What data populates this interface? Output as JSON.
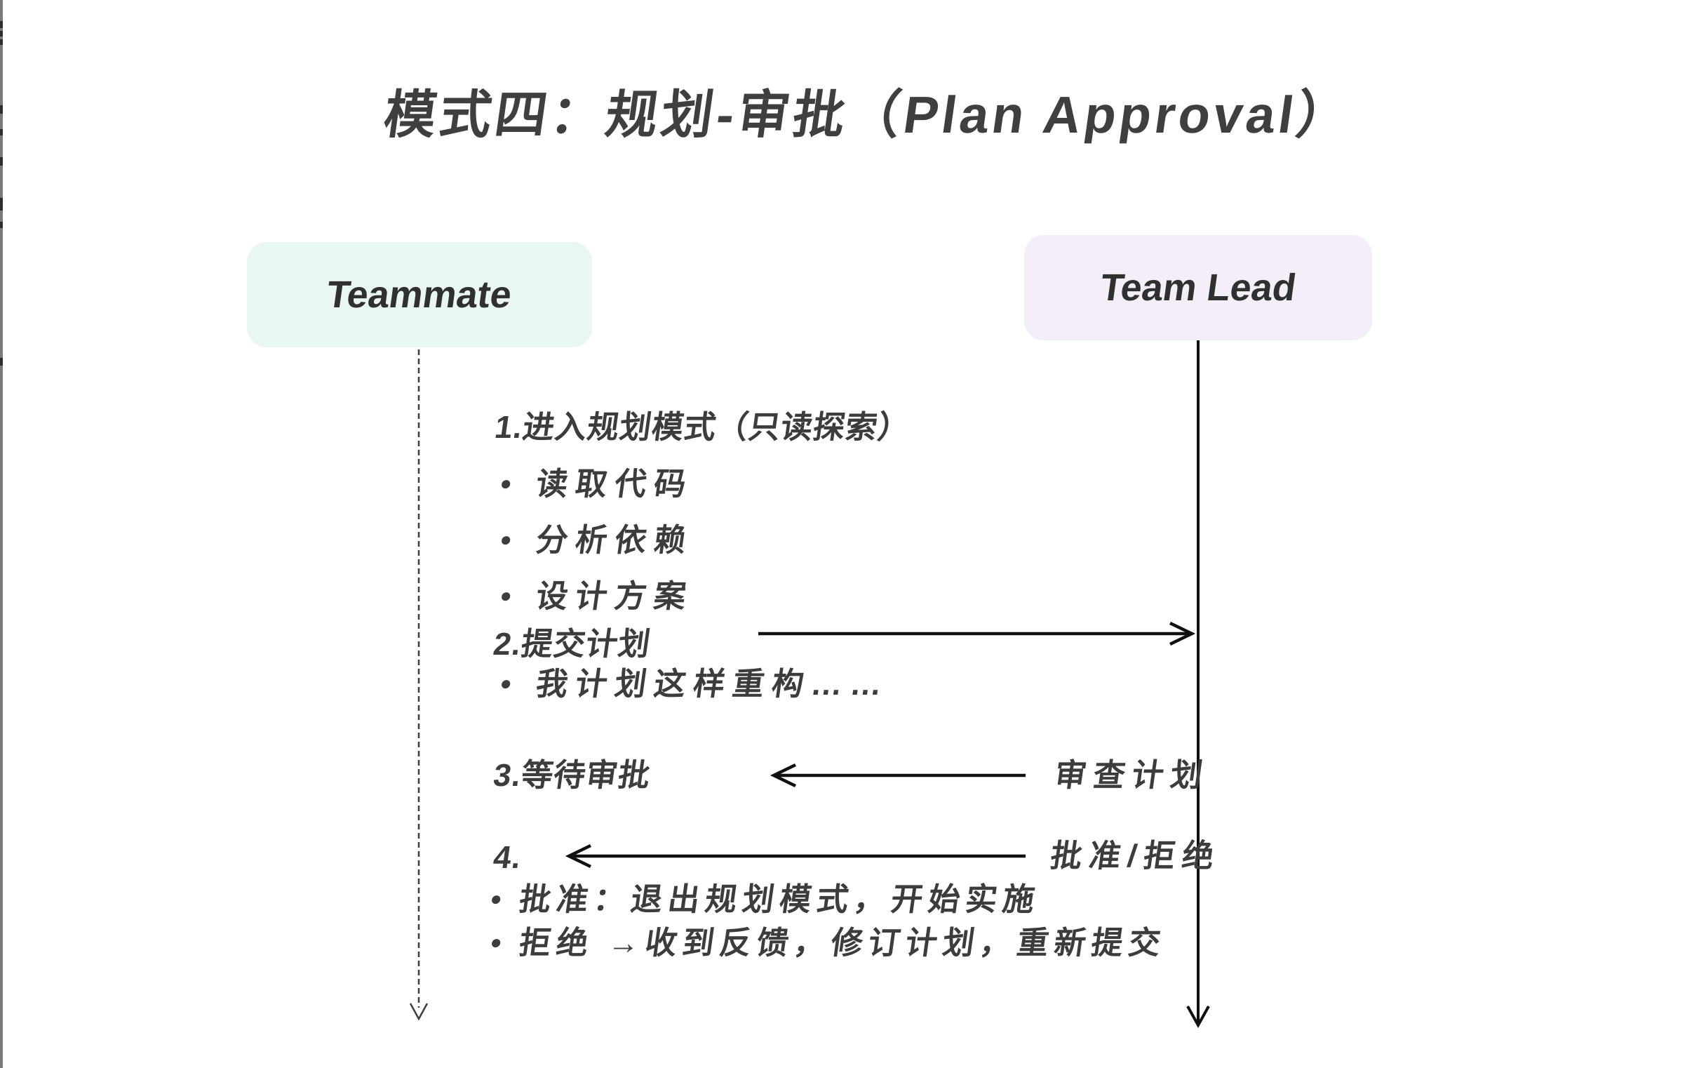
{
  "page": {
    "title": "模式四：规划-审批（Plan Approval）"
  },
  "glyphs": {
    "bullet": "•"
  },
  "actors": {
    "teammate": {
      "label": "Teammate",
      "fill": "#e8f6f4"
    },
    "team_lead": {
      "label": "Team Lead",
      "fill": "#f3eef8"
    }
  },
  "steps": {
    "s1": {
      "heading": "1.进入规划模式（只读探索）",
      "bullets": [
        "读取代码",
        "分析依赖",
        "设计方案"
      ]
    },
    "s2": {
      "heading": "2.提交计划",
      "bullets": [
        "我计划这样重构……"
      ]
    },
    "s3": {
      "heading": "3.等待审批",
      "arrow_label": "审查计划"
    },
    "s4": {
      "heading": "4.",
      "arrow_label": "批准/拒绝",
      "bullets": [
        "批准：退出规划模式，开始实施",
        "拒绝 →收到反馈，修订计划，重新提交"
      ]
    }
  }
}
